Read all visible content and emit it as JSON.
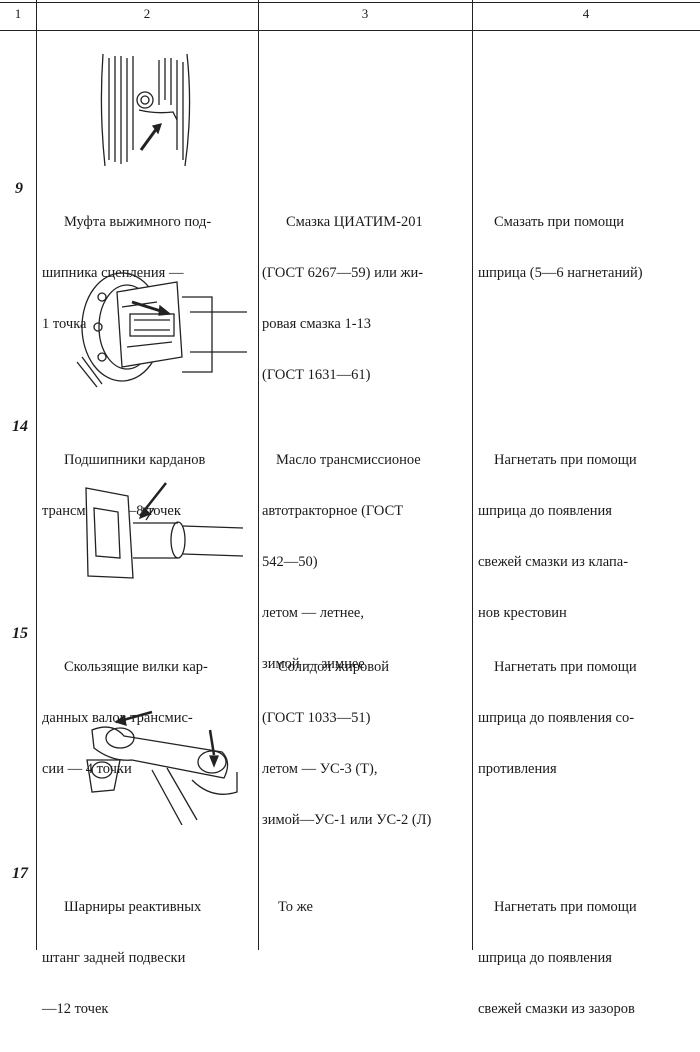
{
  "header": {
    "col1": "1",
    "col2": "2",
    "col3": "3",
    "col4": "4"
  },
  "rows": [
    {
      "number": "9",
      "name": [
        "Муфта выжимного под-",
        "шипника сцепления —",
        "1 точка"
      ],
      "lubricant": [
        "Смазка ЦИАТИМ-201",
        "(ГОСТ 6267—59) или жи-",
        "ровая смазка 1-13",
        "(ГОСТ 1631—61)"
      ],
      "instruction": [
        "Смазать при помощи",
        "шприца (5—6 нагнетаний)"
      ]
    },
    {
      "number": "14",
      "name": [
        "Подшипники карданов",
        "трансмиссии—8 точек"
      ],
      "lubricant": [
        "Масло трансмиссионое",
        "автотракторное (ГОСТ",
        "542—50)",
        "летом — летнее,",
        "зимой — зимнее"
      ],
      "instruction": [
        "Нагнетать при помощи",
        "шприца до появления",
        "свежей смазки из клапа-",
        "нов крестовин"
      ]
    },
    {
      "number": "15",
      "name": [
        "Скользящие вилки кар-",
        "данных валов трансмис-",
        "сии — 4 точки"
      ],
      "lubricant": [
        "Солидол жировой",
        "(ГОСТ 1033—51)",
        "летом — УС-3 (Т),",
        "зимой—УС-1 или УС-2 (Л)"
      ],
      "instruction": [
        "Нагнетать при помощи",
        "шприца до появления со-",
        "противления"
      ]
    },
    {
      "number": "17",
      "name": [
        "Шарниры реактивных",
        "штанг задней подвески",
        "—12 точек"
      ],
      "lubricant": [
        "То же"
      ],
      "instruction": [
        "Нагнетать при помощи",
        "шприца до появления",
        "свежей смазки из зазоров"
      ]
    }
  ],
  "figures": [
    {
      "icon": "clutch-bearing-fitting-illustration"
    },
    {
      "icon": "driveshaft-universal-joint-illustration"
    },
    {
      "icon": "slip-yoke-illustration"
    },
    {
      "icon": "reaction-rod-joint-illustration"
    }
  ]
}
